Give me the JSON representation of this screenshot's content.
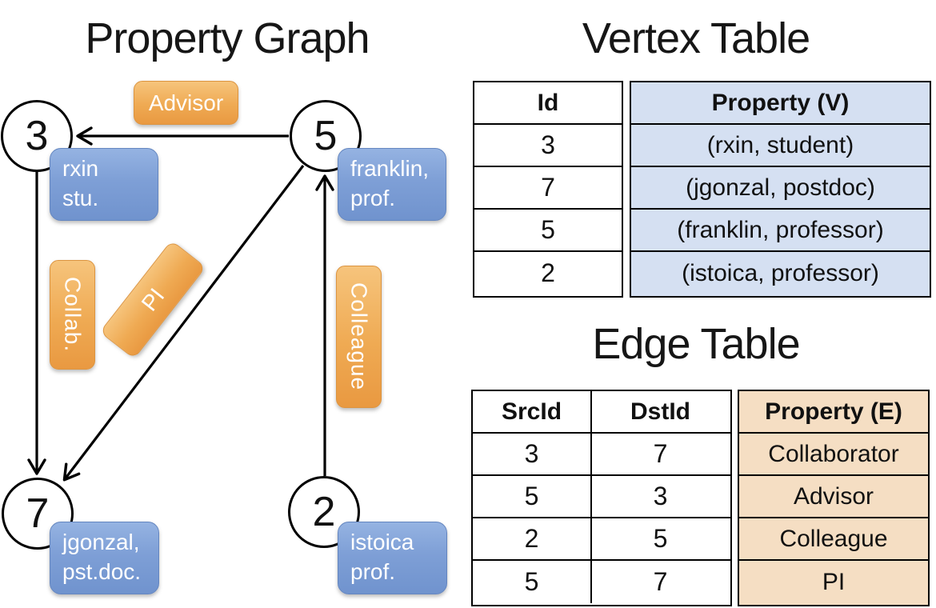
{
  "graph": {
    "title": "Property Graph",
    "nodes": [
      {
        "id": "3"
      },
      {
        "id": "5"
      },
      {
        "id": "7"
      },
      {
        "id": "2"
      }
    ],
    "edge_labels": {
      "advisor": "Advisor",
      "collab": "Collab.",
      "pi": "PI",
      "colleague": "Colleague"
    },
    "vertex_labels": {
      "rxin": {
        "line1": "rxin",
        "line2": "stu."
      },
      "franklin": {
        "line1": "franklin,",
        "line2": "prof."
      },
      "jgonzal": {
        "line1": "jgonzal,",
        "line2": "pst.doc."
      },
      "istoica": {
        "line1": "istoica",
        "line2": "prof."
      }
    }
  },
  "vertex_table": {
    "title": "Vertex Table",
    "columns": [
      "Id",
      "Property (V)"
    ],
    "rows": [
      [
        "3",
        "(rxin, student)"
      ],
      [
        "7",
        "(jgonzal, postdoc)"
      ],
      [
        "5",
        "(franklin, professor)"
      ],
      [
        "2",
        "(istoica, professor)"
      ]
    ]
  },
  "edge_table": {
    "title": "Edge Table",
    "columns": [
      "SrcId",
      "DstId",
      "Property (E)"
    ],
    "rows": [
      [
        "3",
        "7",
        "Collaborator"
      ],
      [
        "5",
        "3",
        "Advisor"
      ],
      [
        "2",
        "5",
        "Colleague"
      ],
      [
        "5",
        "7",
        "PI"
      ]
    ]
  },
  "colors": {
    "edge_label_orange": "#EFAA53",
    "vertex_label_blue": "#7E9FD6",
    "vertex_table_cell_bg": "#D5E0F2",
    "edge_table_cell_bg": "#F5DEC3",
    "line_black": "#000000"
  }
}
